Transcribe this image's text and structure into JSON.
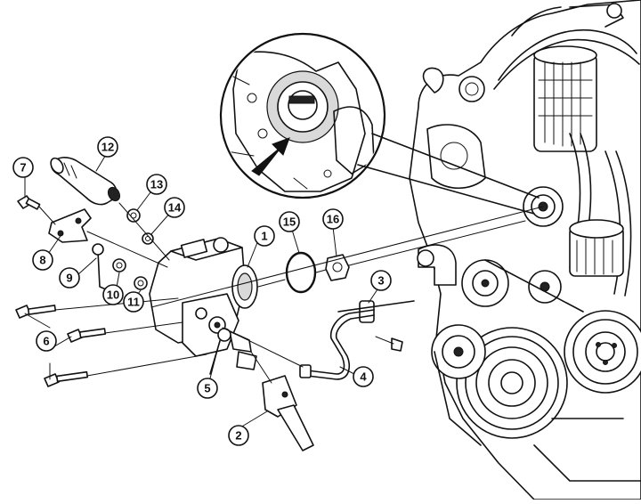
{
  "callouts": [
    {
      "id": "c1",
      "label": "1",
      "name": "part-1-injection-pump"
    },
    {
      "id": "c2",
      "label": "2",
      "name": "part-2-sensor"
    },
    {
      "id": "c3",
      "label": "3",
      "name": "part-3-clamp"
    },
    {
      "id": "c4",
      "label": "4",
      "name": "part-4-fuel-line"
    },
    {
      "id": "c5",
      "label": "5",
      "name": "part-5-fitting"
    },
    {
      "id": "c6",
      "label": "6",
      "name": "part-6-bolts"
    },
    {
      "id": "c7",
      "label": "7",
      "name": "part-7-bolt"
    },
    {
      "id": "c8",
      "label": "8",
      "name": "part-8-bracket"
    },
    {
      "id": "c9",
      "label": "9",
      "name": "part-9-pipe"
    },
    {
      "id": "c10",
      "label": "10",
      "name": "part-10-washer"
    },
    {
      "id": "c11",
      "label": "11",
      "name": "part-11-washer"
    },
    {
      "id": "c12",
      "label": "12",
      "name": "part-12-hose"
    },
    {
      "id": "c13",
      "label": "13",
      "name": "part-13-clamp"
    },
    {
      "id": "c14",
      "label": "14",
      "name": "part-14-seal"
    },
    {
      "id": "c15",
      "label": "15",
      "name": "part-15-o-ring"
    },
    {
      "id": "c16",
      "label": "16",
      "name": "part-16-coupling"
    }
  ]
}
